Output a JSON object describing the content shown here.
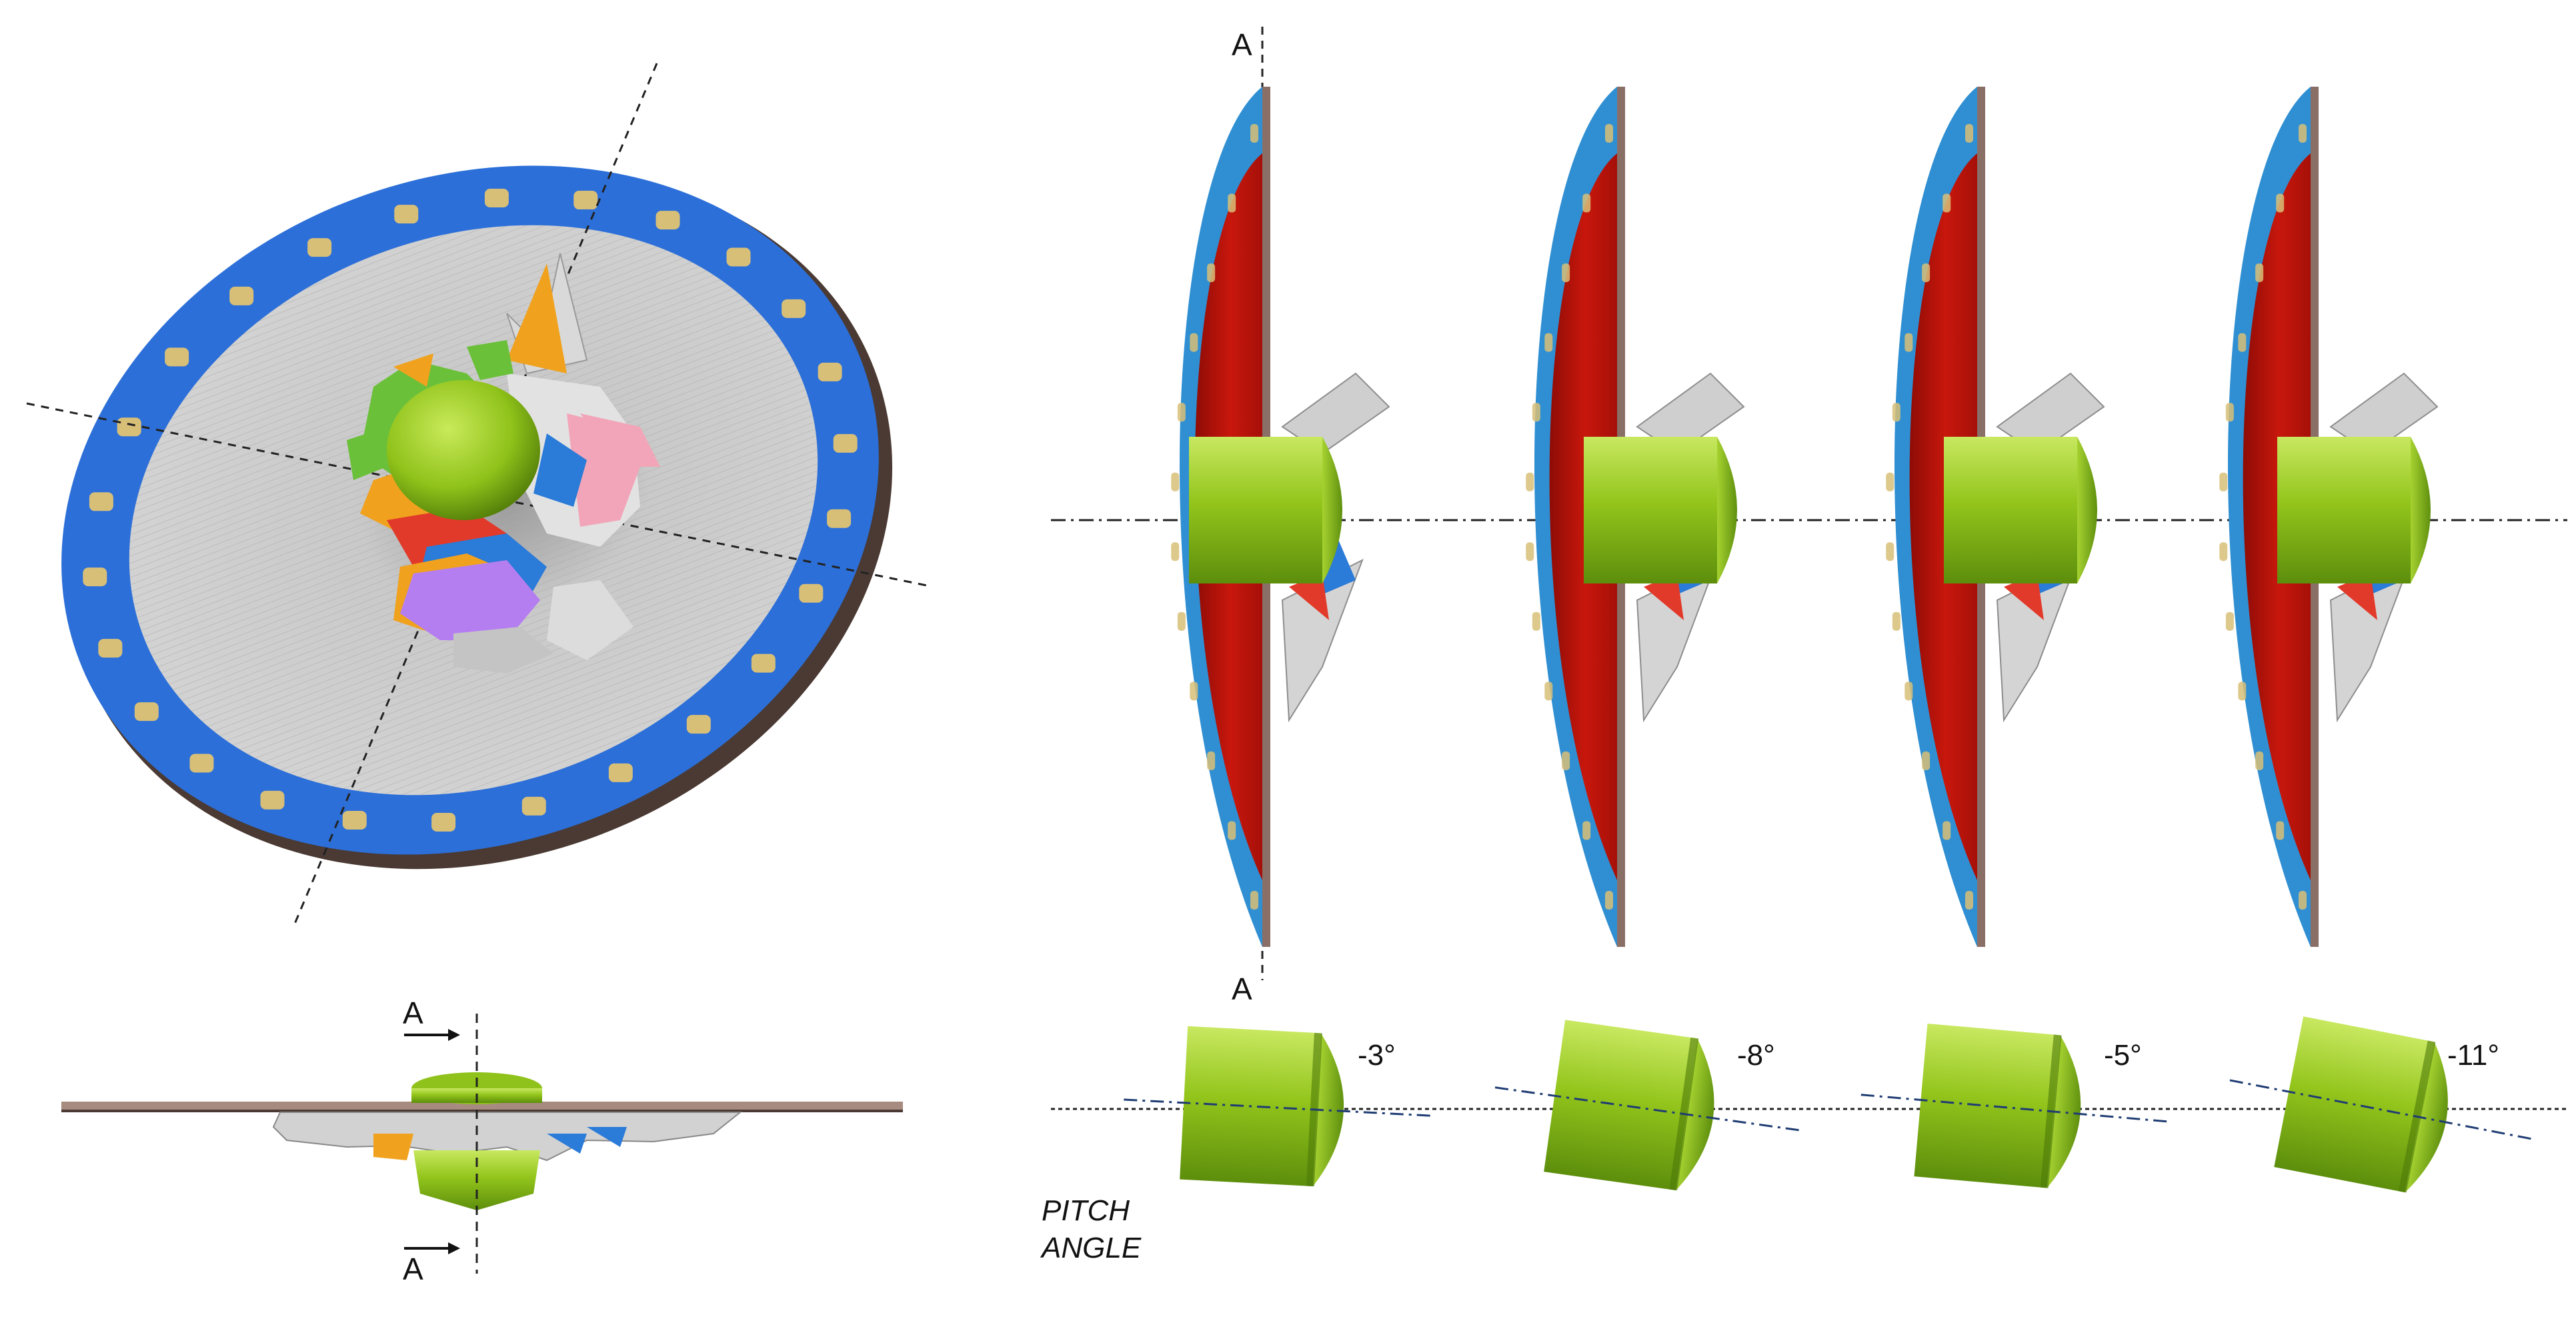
{
  "section_marker": "A",
  "pitch_caption": [
    "PITCH",
    "ANGLE"
  ],
  "pitch_angles": [
    "-3°",
    "-8°",
    "-5°",
    "-11°"
  ],
  "colors": {
    "flange_ring": "#2c6fd8",
    "bolt": "#d8bf78",
    "plate_face": "#c8c8c8",
    "cross_section_core": "#c1140b",
    "cross_section_ring": "#2f8fd2",
    "projectile": "#8fc21a",
    "projectile_dark": "#5a8a0a",
    "fragment_orange": "#f0a21e",
    "fragment_purple": "#b57ef0",
    "axis_line": "#1f3c73"
  }
}
